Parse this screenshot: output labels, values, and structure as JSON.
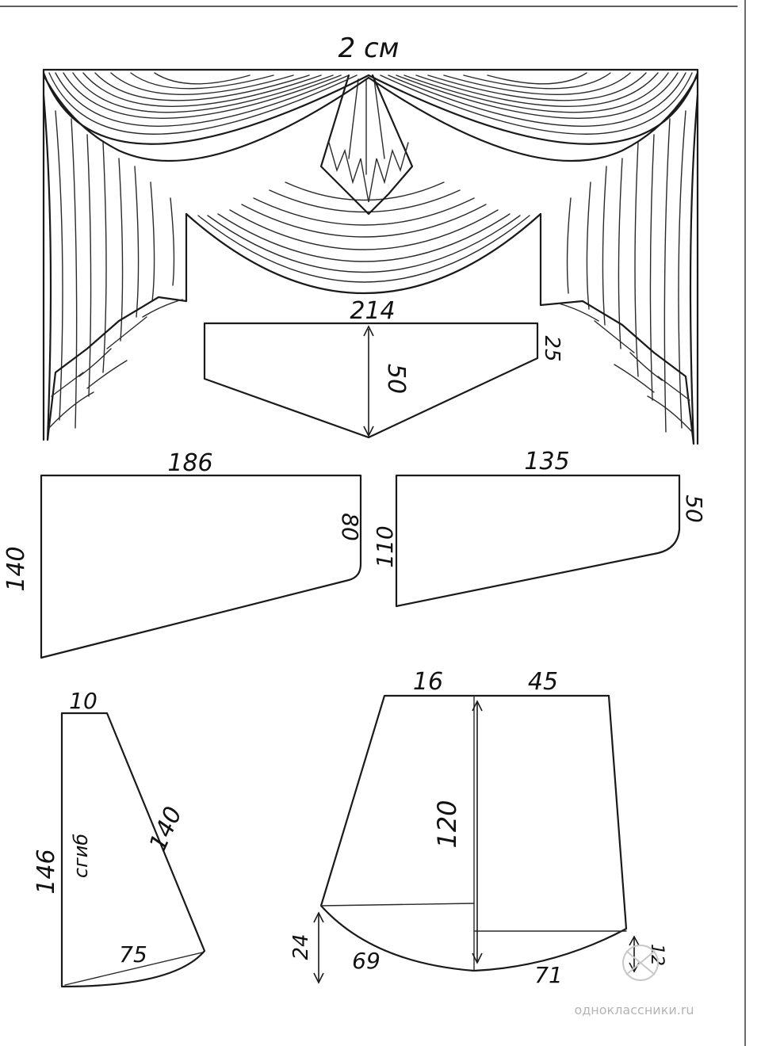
{
  "header": {
    "title": "2 см"
  },
  "patterns": {
    "swag_center": {
      "width": "214",
      "depth": "50",
      "side": "25"
    },
    "panel_left": {
      "top": "186",
      "left": "140",
      "right": "80"
    },
    "panel_right": {
      "top": "135",
      "left": "110",
      "right": "50"
    },
    "jabot": {
      "top": "10",
      "side": "146",
      "fold": "сгиб",
      "diag": "140",
      "bottom": "75"
    },
    "swag_large": {
      "top_a": "16",
      "top_b": "45",
      "height": "120",
      "drop": "24",
      "arc_left": "69",
      "arc_right": "71",
      "drop_right": "12"
    }
  },
  "watermark": {
    "text": "одноклассники.ru"
  },
  "colors": {
    "ink": "#1a1a1a",
    "paper": "#ffffff",
    "watermark": "#b5b5b5"
  }
}
